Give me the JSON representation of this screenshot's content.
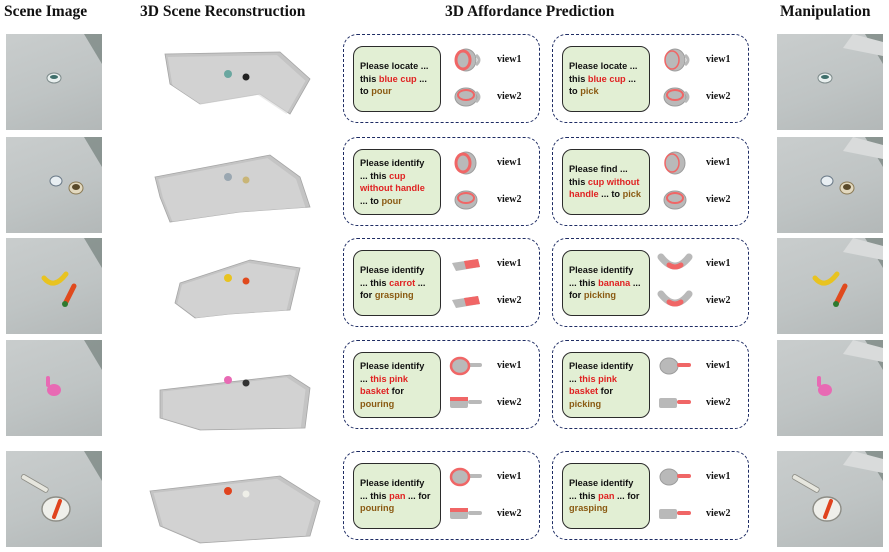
{
  "headers": {
    "scene": "Scene Image",
    "recon": "3D Scene Reconstruction",
    "affordance": "3D Affordance Prediction",
    "manip": "Manipulation"
  },
  "view_labels": {
    "v1": "view1",
    "v2": "view2"
  },
  "rows": [
    {
      "left": {
        "a": "Please locate ... this ",
        "obj": "blue cup",
        "b": " ... to ",
        "act": "pour"
      },
      "right": {
        "a": "Please locate ... this ",
        "obj": "blue cup",
        "b": " ... to ",
        "act": "pick"
      }
    },
    {
      "left": {
        "a": "Please identify ... this ",
        "obj": "cup without handle",
        "b": " ... to ",
        "act": "pour"
      },
      "right": {
        "a": "Please find ... this ",
        "obj": "cup without handle",
        "b": " ... to ",
        "act": "pick"
      }
    },
    {
      "left": {
        "a": "Please identify ... this ",
        "obj": "carrot",
        "b": " ... for ",
        "act": "grasping"
      },
      "right": {
        "a": "Please identify ... this ",
        "obj": "banana",
        "b": " ... for ",
        "act": "picking"
      }
    },
    {
      "left": {
        "a": "Please identify ... ",
        "obj": "this pink basket",
        "b": " for ",
        "act": "pouring"
      },
      "right": {
        "a": "Please identify ... ",
        "obj": "this pink basket",
        "b": " for ",
        "act": "picking"
      }
    },
    {
      "left": {
        "a": "Please identify ... this ",
        "obj": "pan",
        "b": " ... for ",
        "act": "pouring"
      },
      "right": {
        "a": "Please identify ... this ",
        "obj": "pan",
        "b": " ... for ",
        "act": "grasping"
      }
    }
  ],
  "colors": {
    "highlight": "#e02222",
    "action": "#8a5a12",
    "prompt_bg": "#e2efd4",
    "card_border": "#1d2b63"
  }
}
